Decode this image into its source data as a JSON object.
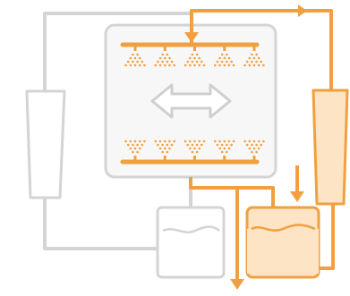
{
  "diagram": {
    "kind": "spray-washer-process-schematic",
    "colors": {
      "accent": "#f0a040",
      "accent_fill": "#fde4c4",
      "gray_stroke": "#d4d4d4",
      "gray_fill": "#ffffff",
      "chamber_fill": "#f7f7f7",
      "arrow_stroke": "#cfcfcf",
      "white": "#ffffff"
    },
    "chamber": {
      "nozzle_count_top": 5,
      "nozzle_count_bottom": 5
    },
    "icons": {
      "oscillation": "double-headed-arrow-icon",
      "flow_in": "arrow-down-icon",
      "flow_out": "arrow-down-icon",
      "return_flow": "arrow-left-icon"
    }
  }
}
